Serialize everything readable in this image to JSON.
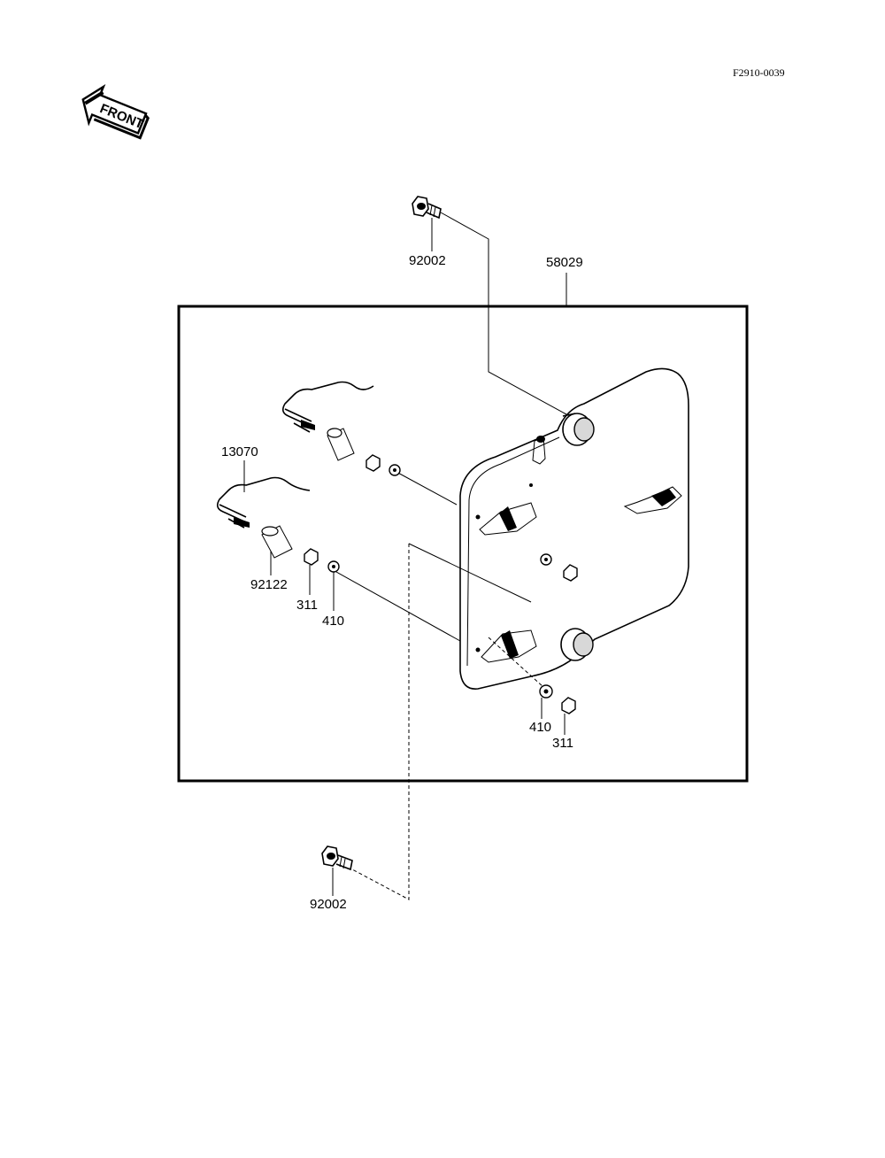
{
  "figure_code": "F2910-0039",
  "front_indicator": {
    "label": "FRONT",
    "icon": "front-arrow-icon"
  },
  "parts": {
    "bolt_top": "92002",
    "bolt_bottom": "92002",
    "plate": "58029",
    "rod": "13070",
    "collar": "92122",
    "nut_left": "311",
    "washer_left": "410",
    "washer_right": "410",
    "nut_right": "311"
  }
}
